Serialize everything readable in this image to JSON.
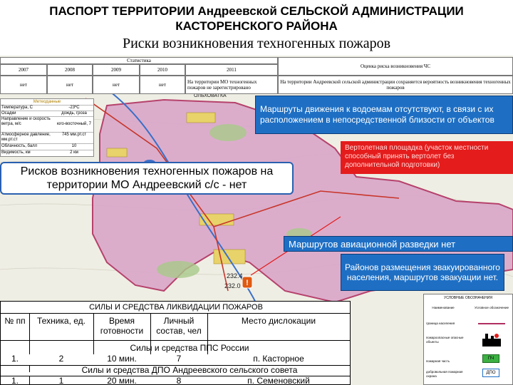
{
  "header": {
    "title_line1": "ПАСПОРТ ТЕРРИТОРИИ Андреевской СЕЛЬСКОЙ АДМИНИСТРАЦИИ",
    "title_line2": "КАСТОРЕНСКОГО РАЙОНА",
    "subtitle": "Риски возникновения техногенных пожаров"
  },
  "statistics": {
    "caption": "Статистика",
    "years": [
      "2007",
      "2008",
      "2009",
      "2010",
      "2011"
    ],
    "values": [
      "нет",
      "нет",
      "нет",
      "нет",
      "На территории МО техногенных пожаров не зарегистрировано"
    ],
    "assessment_header": "Оценка риска возникновения ЧС",
    "assessment_text": "На территории Андреевской сельской администрации сохраняется вероятность возникновения техногенных пожаров"
  },
  "meteo": {
    "title": "Метеоданные",
    "rows": [
      {
        "param": "Температура, С",
        "value": "-23ºС"
      },
      {
        "param": "Осадки",
        "value": "дождь, гроза"
      },
      {
        "param": "Направление и скорость ветра, м/с",
        "value": "юго-восточный, 7"
      },
      {
        "param": "Атмосферное давление, мм.рт.ст",
        "value": "745 мм.рт.ст"
      },
      {
        "param": "Облачность, балл",
        "value": "10"
      },
      {
        "param": "Видимость, км",
        "value": "2 км"
      }
    ]
  },
  "map": {
    "labels": {
      "village_olkhovatka": "ОЛЬХОВАТКА",
      "elevation_1": "232.4",
      "elevation_2": "232.0"
    },
    "colors": {
      "district_fill": "#d9a6c9",
      "district_border": "#b03060",
      "water": "#3a6fc8",
      "road": "#c8352a"
    }
  },
  "callouts": {
    "routes": "Маршруты движения к водоемам отсутствуют, в связи с их расположением в непосредственной близости от объектов",
    "helipad": "Вертолетная площадка (участок местности способный принять вертолет без дополнительной подготовки)",
    "risk": "Рисков  возникновения  техногенных пожаров на территории МО Андреевский с/с  - нет",
    "marker": "!",
    "aviation": "Маршрутов авиационной разведки нет",
    "evacuation": "Районов размещения эвакуированного населения, маршрутов эвакуации нет."
  },
  "forces": {
    "title": "СИЛЫ  И СРЕДСТВА ЛИКВИДАЦИИ  ПОЖАРОВ",
    "columns": [
      "№ пп",
      "Техника, ед.",
      "Время готовности",
      "Личный состав, чел",
      "Место дислокации"
    ],
    "group1": "Силы и средства ППС России",
    "row1": [
      "1.",
      "2",
      "10 мин.",
      "7",
      "п.  Касторное"
    ],
    "group2": "Силы и средства ДПО Андреевского сельского совета",
    "row2": [
      "1.",
      "1",
      "20 мин.",
      "8",
      "п. Семеновский"
    ]
  },
  "legend": {
    "title": "УСЛОВНЫЕ ОБОЗНАЧЕНИЯ",
    "col_name": "Наименование",
    "col_symbol": "Условное обозначение",
    "items": [
      "граница населения",
      "пожароопасные опасные объекты",
      "пожарная часть",
      "добровольная пожарная охрана"
    ],
    "badges": [
      "ПЧ",
      "ДПО"
    ]
  }
}
